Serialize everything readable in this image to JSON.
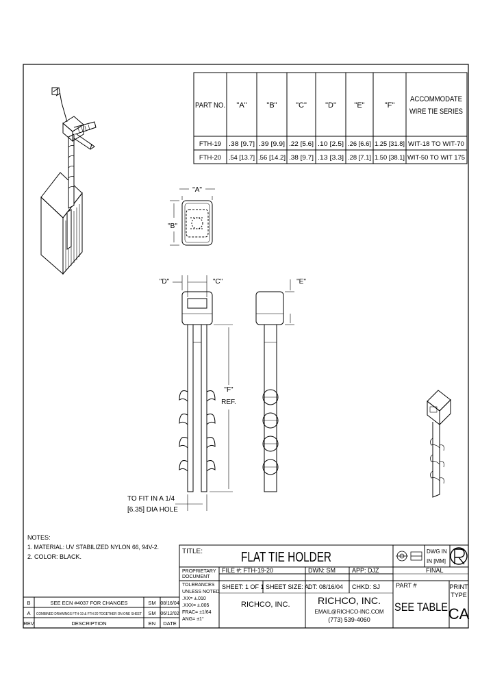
{
  "table": {
    "headers": [
      "PART NO.",
      "\"A\"",
      "\"B\"",
      "\"C\"",
      "\"D\"",
      "\"E\"",
      "\"F\"",
      "ACCOMMODATE",
      "WIRE TIE SERIES"
    ],
    "rows": [
      [
        "FTH-19",
        ".38 [9.7]",
        ".39 [9.9]",
        ".22 [5.6]",
        ".10 [2.5]",
        ".26 [6.6]",
        "1.25 [31.8]",
        "WIT-18 TO WIT-70"
      ],
      [
        "FTH-20",
        ".54 [13.7]",
        ".56 [14.2]",
        ".38 [9.7]",
        ".13 [3.3]",
        ".28 [7.1]",
        "1.50 [38.1]",
        "WIT-50 TO WIT 175"
      ]
    ]
  },
  "dims": {
    "a": "\"A\"",
    "b": "\"B\"",
    "c": "\"C\"",
    "d": "\"D\"",
    "e": "\"E\"",
    "f": "\"F\"",
    "ref": "REF.",
    "fit1": "TO FIT IN A 1/4",
    "fit2": "[6.35] DIA HOLE"
  },
  "notes": {
    "title": "NOTES:",
    "line1": "1. MATERIAL: UV STABILIZED NYLON 66, 94V-2.",
    "line2": "2. COLOR: BLACK."
  },
  "title_block": {
    "title_label": "TITLE:",
    "title": "FLAT TIE HOLDER",
    "dwg_in": "DWG IN",
    "in_mm": "IN [MM]",
    "file": "FILE #: FTH-19-20",
    "dwn": "DWN: SM",
    "app": "APP: DJZ",
    "final": "FINAL",
    "sheet": "SHEET: 1 OF 1",
    "sheet_size": "SHEET SIZE: A",
    "dt": "DT: 08/16/04",
    "chkd": "CHKD: SJ",
    "part_label": "PART #",
    "part_value": "SEE TABLE",
    "print_type_1": "PRINT",
    "print_type_2": "TYPE",
    "print_type_value": "CA",
    "company_small": "RICHCO, INC.",
    "company_big": "RICHCO, INC.",
    "email": "EMAIL@RICHCO-INC.COM",
    "phone": "(773) 539-4060",
    "tol_1": "TOLERANCES",
    "tol_2": "UNLESS NOTED",
    "tol_3": ".XX= ±.010",
    "tol_4": ".XXX= ±.005",
    "tol_5": "FRAC= ±1/64",
    "tol_6": "ANG= ±1°",
    "prop_1": "PROPRIETARY",
    "prop_2": "DOCUMENT"
  },
  "revisions": {
    "headers": [
      "REV",
      "DESCRIPTION",
      "EN",
      "DATE"
    ],
    "rows": [
      [
        "B",
        "SEE ECN #4037 FOR CHANGES",
        "SM",
        "08/16/04"
      ],
      [
        "A",
        "COMBINED DRAWINGS FTH-19 & FTH-20 TOGETHER ON ONE SHEET",
        "SM",
        "06/12/02"
      ]
    ]
  }
}
